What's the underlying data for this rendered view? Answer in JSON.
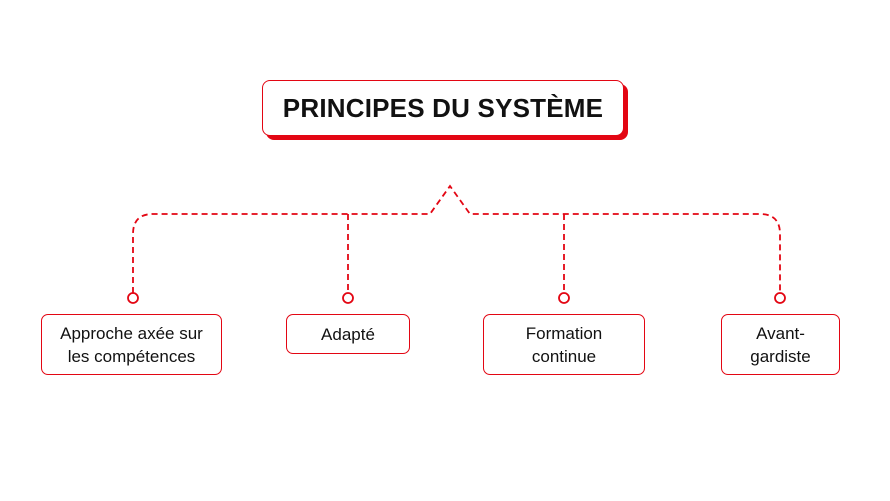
{
  "title": "PRINCIPES DU SYSTÈME",
  "nodes": [
    {
      "label": "Approche axée sur\nles compétences"
    },
    {
      "label": "Adapté"
    },
    {
      "label": "Formation\ncontinue"
    },
    {
      "label": "Avant-\ngardiste"
    }
  ],
  "colors": {
    "accent": "#e30613",
    "text": "#111111",
    "background": "#ffffff"
  }
}
